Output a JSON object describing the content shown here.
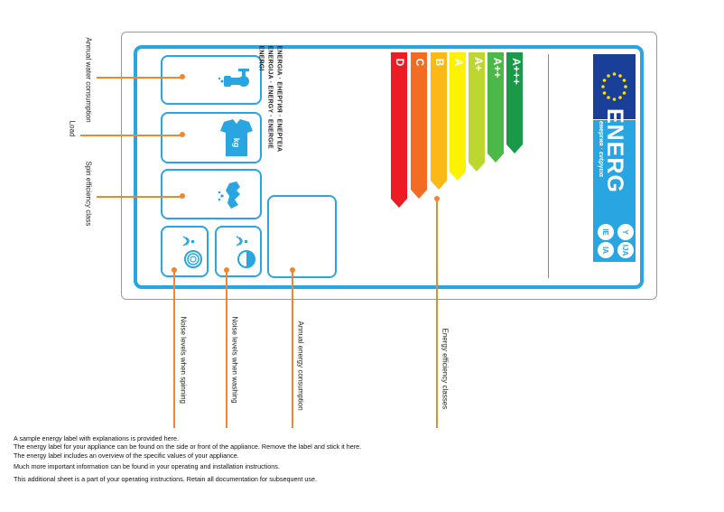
{
  "callouts": {
    "water": "Annual water consumption",
    "load": "Load",
    "spin_class": "Spin efficiency class",
    "noise_spin": "Noise levels when spinning",
    "noise_wash": "Noise levels when washing",
    "energy_consumption": "Annual energy consumption",
    "efficiency_classes": "Energy efficiency classes"
  },
  "label": {
    "languages": [
      "ENERGIA · ЕНЕРГИЯ · ΕΝΕΡΓΕΙΑ",
      "ENERGIJA · ENERGY · ENERGIE",
      "ENERGI"
    ],
    "brand_word": "ENERG",
    "brand_sub": "енергия · ενέργεια",
    "badges": [
      "Y",
      "IJA",
      "IE",
      "IA"
    ],
    "kg_text": "kg",
    "classes": [
      {
        "label": "A+++",
        "color": "#1a9a48"
      },
      {
        "label": "A++",
        "color": "#4cb848"
      },
      {
        "label": "A+",
        "color": "#bdd630"
      },
      {
        "label": "A",
        "color": "#fff200"
      },
      {
        "label": "B",
        "color": "#fbb817"
      },
      {
        "label": "C",
        "color": "#f26c24"
      },
      {
        "label": "D",
        "color": "#ed1c24"
      }
    ]
  },
  "notes": [
    "A sample energy label with explanations is provided here.",
    "The energy label for your appliance can be found on the side or front of the appliance. Remove the label and stick it here.",
    "The energy label includes an overview of the specific values of your appliance.",
    "Much more important information can be found in your operating and installation instructions.",
    "This additional sheet is a part of your operating instructions. Retain all documentation for subsequent use."
  ],
  "colors": {
    "label_blue": "#29a6e2",
    "eu_blue": "#1a3f99",
    "callout_orange": "#f2862c"
  }
}
